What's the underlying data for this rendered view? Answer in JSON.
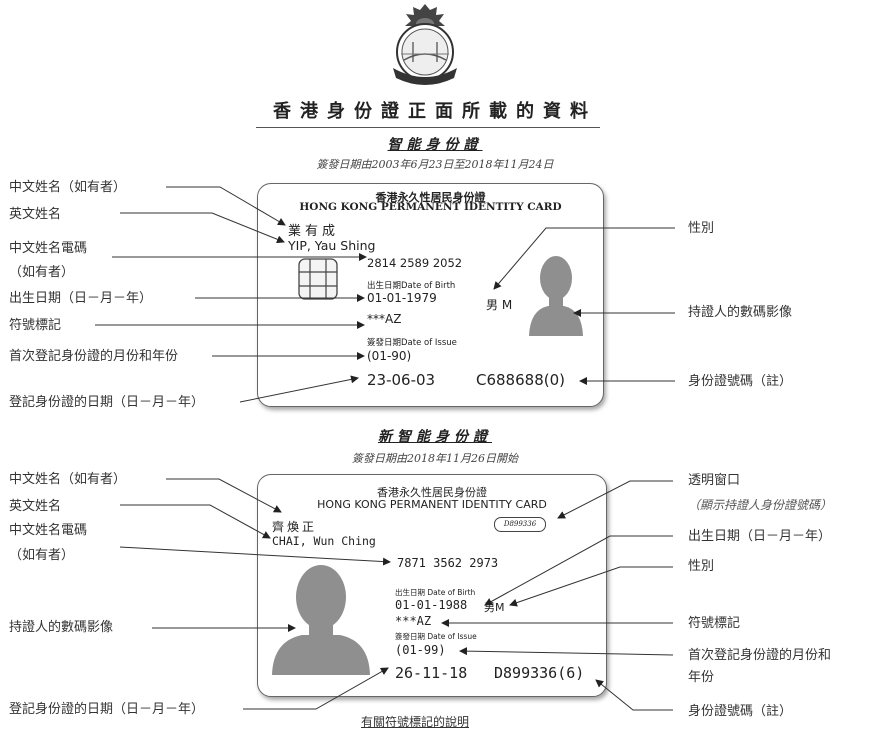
{
  "main_title": "香港身份證正面所載的資料",
  "smart": {
    "title": "智能身份證",
    "subtitle": "簽發日期由2003年6月23日至2018年11月24日",
    "card": {
      "header_cn": "香港永久性居民身份證",
      "header_en": "HONG KONG PERMANENT IDENTITY CARD",
      "name_cn": "業有成",
      "name_en": "YIP, Yau Shing",
      "ccc": "2814 2589 2052",
      "dob_label": "出生日期Date of Birth",
      "dob": "01-01-1979",
      "sex": "男 M",
      "symbols": "***AZ",
      "issue_label": "簽發日期Date of Issue",
      "first_reg": "(01-90)",
      "issue_date": "23-06-03",
      "id_no": "C688688(0)"
    },
    "left_labels": [
      "中文姓名（如有者）",
      "英文姓名",
      "中文姓名電碼",
      "（如有者）",
      "出生日期（日－月－年）",
      "符號標記",
      "首次登記身份證的月份和年份",
      "登記身份證的日期（日－月－年）"
    ],
    "right_labels": [
      "性別",
      "持證人的數碼影像",
      "身份證號碼（註）"
    ]
  },
  "new_smart": {
    "title": "新智能身份證",
    "subtitle": "簽發日期由2018年11月26日開始",
    "card": {
      "header_cn": "香港永久性居民身份證",
      "header_en": "HONG KONG PERMANENT IDENTITY CARD",
      "window_text": "D899336",
      "name_cn": "齊煥正",
      "name_en": "CHAI, Wun Ching",
      "ccc": "7871 3562 2973",
      "dob_label": "出生日期 Date of Birth",
      "dob": "01-01-1988",
      "sex": "男M",
      "symbols": "***AZ",
      "issue_label": "簽發日期 Date of Issue",
      "first_reg": "(01-99)",
      "issue_date": "26-11-18",
      "id_no": "D899336(6)"
    },
    "left_labels": [
      "中文姓名（如有者）",
      "英文姓名",
      "中文姓名電碼",
      "（如有者）",
      "持證人的數碼影像",
      "登記身份證的日期（日－月－年）"
    ],
    "right_labels": [
      "透明窗口",
      "（顯示持證人身份證號碼）",
      "出生日期（日－月－年）",
      "性別",
      "符號標記",
      "首次登記身份證的月份和",
      "年份",
      "身份證號碼（註）"
    ]
  },
  "footer_link": "有關符號標記的說明",
  "colors": {
    "text": "#222222",
    "line": "#333333",
    "card_border": "#666666",
    "silhouette": "#8f8f8f"
  },
  "icons": [
    "police-emblem-icon",
    "chip-icon",
    "person-silhouette-icon"
  ]
}
